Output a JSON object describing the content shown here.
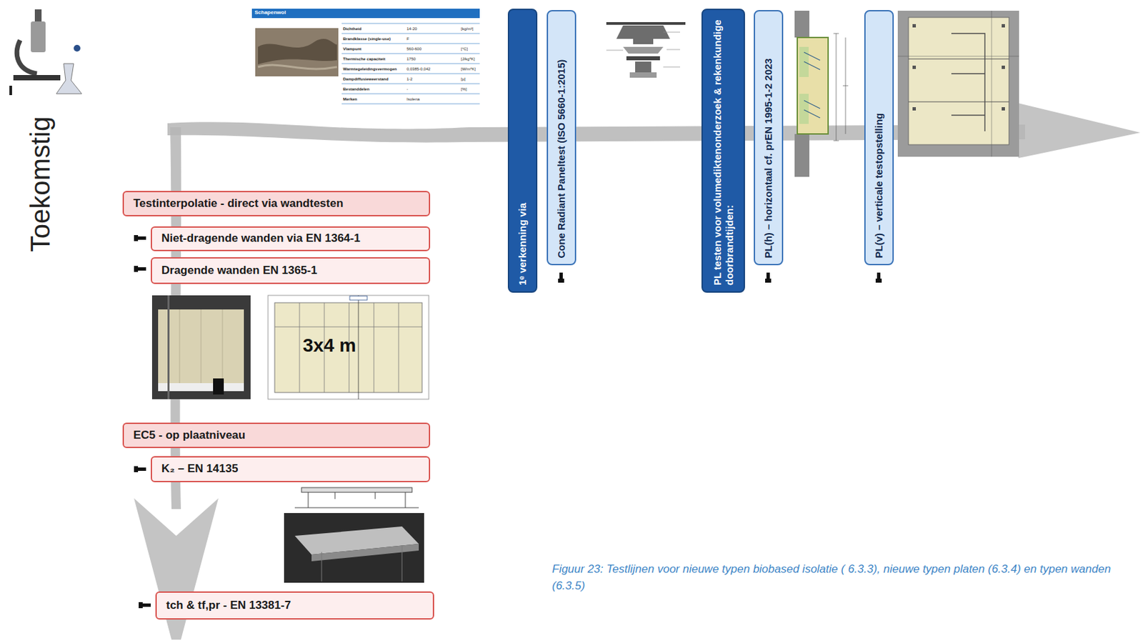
{
  "diagram": {
    "caption": "Figuur 23: Testlijnen voor nieuwe typen biobased isolatie ( 6.3.3), nieuwe typen platen (6.3.4) en typen wanden (6.3.5)",
    "nodes": [
      {
        "text": [
          "1ᵉ verkenning via"
        ]
      },
      {
        "text": [
          "Cone Radiant Paneltest (ISO 5660-1:2015)"
        ]
      },
      {
        "text": [
          "PL testen voor volumediktenonderzoek & rekenkundige doorbrandtijden:"
        ]
      },
      {
        "text": [
          "PL(h) – horizontaal cf. prEN 1995-1-2 2023"
        ]
      },
      {
        "text": [
          "PL(v) – verticale testopstelling"
        ]
      },
      {
        "text": [
          "Testinterpolatie - direct via wandtesten"
        ]
      },
      {
        "text": [
          "Niet-dragende wanden via EN 1364-1"
        ]
      },
      {
        "text": [
          "Dragende wanden EN 1365-1"
        ]
      },
      {
        "text": [
          "EC5 - op plaatniveau"
        ]
      },
      {
        "text": [
          "K₂ – EN 14135"
        ]
      },
      {
        "text": [
          "tch & tf,pr - EN 13381-7"
        ]
      }
    ],
    "labels": [
      "Toekomstig",
      "Schapenwol",
      "Dichtheid",
      "14-20",
      "[kg/m³]",
      "Brandklasse (single-use)",
      "F",
      "Vlampunt",
      "560-600",
      "[°C]",
      "Thermische capaciteit",
      "1750",
      "[J/kg*K]",
      "Warmtegeleidingsvermogen",
      "0,0385-0,042",
      "[W/m*K]",
      "Dampdiffusieweerstand",
      "1-2",
      "[µ]",
      "Bestanddelen",
      "-",
      "[%]",
      "Merken",
      "Isolena",
      "3x4 m"
    ]
  }
}
